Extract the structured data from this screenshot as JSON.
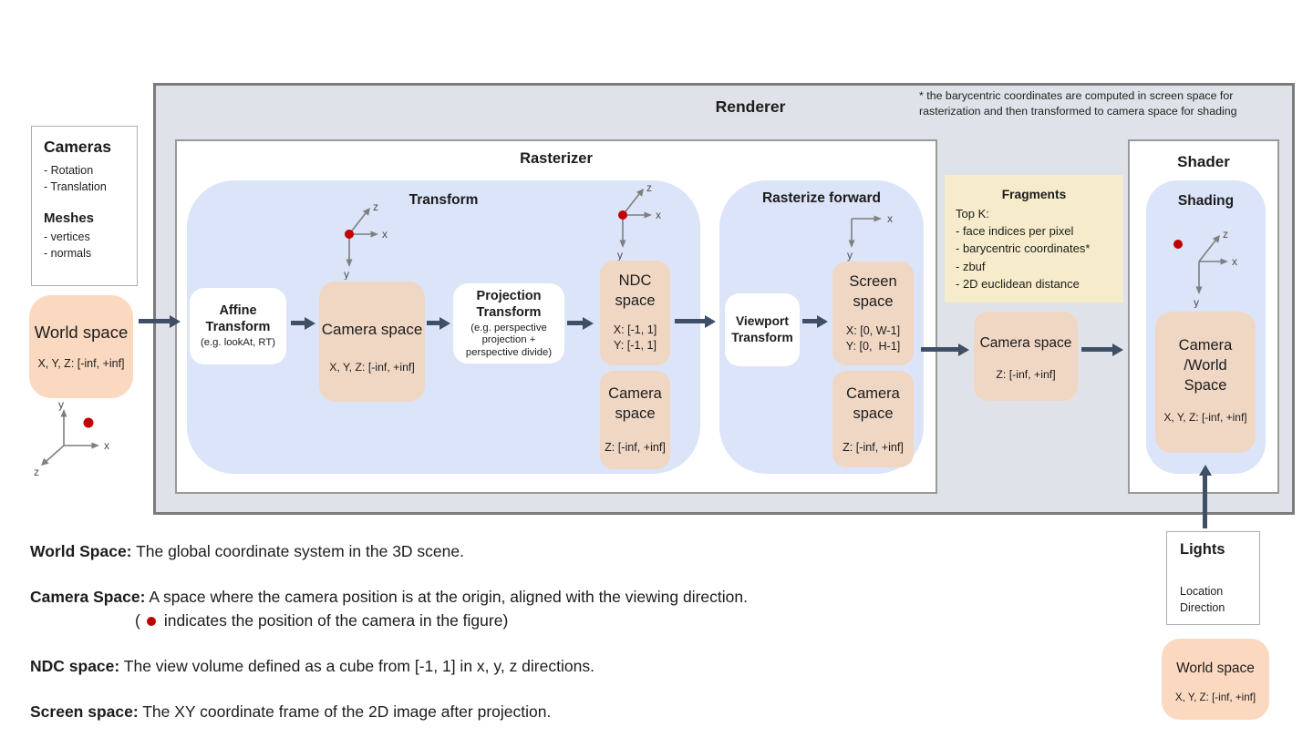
{
  "axes": {
    "x": "x",
    "y": "y",
    "z": "z"
  },
  "colors": {
    "arrow": "#3f4f66",
    "camera_dot": "#c00000",
    "blue_panel": "#dbe4f8",
    "space_box": "#f0d7c4",
    "peach_box": "#fbd9c1",
    "fragments_bg": "#f6eccb",
    "renderer_bg": "#dfe2e8"
  },
  "cameras_panel": {
    "title": "Cameras",
    "items": [
      "- Rotation",
      "- Translation"
    ],
    "subtitle": "Meshes",
    "subitems": [
      "- vertices",
      "- normals"
    ]
  },
  "world_space_left": {
    "label": "World space",
    "range": "X, Y, Z: [-inf, +inf]"
  },
  "renderer": {
    "title": "Renderer",
    "note_line1": "* the barycentric coordinates are computed in screen space for",
    "note_line2": "rasterization and then transformed to camera space for shading"
  },
  "rasterizer": {
    "title": "Rasterizer"
  },
  "transform_group": {
    "title": "Transform",
    "affine": {
      "title_line1": "Affine",
      "title_line2": "Transform",
      "subtitle": "(e.g. lookAt, RT)"
    },
    "camera_space": {
      "label": "Camera space",
      "range": "X, Y, Z: [-inf, +inf]"
    },
    "projection": {
      "title_line1": "Projection",
      "title_line2": "Transform",
      "sub_line1": "(e.g. perspective",
      "sub_line2": "projection +",
      "sub_line3": "perspective divide)"
    },
    "ndc": {
      "label_line1": "NDC",
      "label_line2": "space",
      "range_x": "X: [-1, 1]",
      "range_y": "Y: [-1, 1]"
    },
    "camera_space_z": {
      "label_line1": "Camera",
      "label_line2": "space",
      "range": "Z: [-inf, +inf]"
    }
  },
  "rasterize_forward": {
    "title": "Rasterize forward",
    "viewport": {
      "title_line1": "Viewport",
      "title_line2": "Transform"
    },
    "screen": {
      "label_line1": "Screen",
      "label_line2": "space",
      "range_x": "X: [0, W-1]",
      "range_y": "Y: [0,  H-1]"
    },
    "camera_space_z": {
      "label_line1": "Camera",
      "label_line2": "space",
      "range": "Z: [-inf, +inf]"
    }
  },
  "fragments": {
    "title": "Fragments",
    "lines": [
      "Top K:",
      "- face indices per pixel",
      "- barycentric coordinates*",
      "- zbuf",
      "- 2D euclidean distance"
    ]
  },
  "camera_space_mid": {
    "label": "Camera space",
    "range": "Z: [-inf, +inf]"
  },
  "shader": {
    "title": "Shader",
    "shading_title": "Shading",
    "space": {
      "label_line1": "Camera",
      "label_line2": "/World",
      "label_line3": "Space",
      "range": "X, Y, Z: [-inf, +inf]"
    }
  },
  "lights": {
    "title": "Lights",
    "items": [
      "Location",
      "Direction"
    ]
  },
  "world_space_bottom": {
    "label": "World space",
    "range": "X, Y, Z: [-inf, +inf]"
  },
  "definitions": {
    "world": {
      "term": "World Space:",
      "text": "The global coordinate system in the 3D scene."
    },
    "camera": {
      "term": "Camera Space:",
      "text": "A space where the camera position is at the origin, aligned with the viewing direction."
    },
    "camera_note_open": "(",
    "camera_note_rest": "indicates the position of the camera in the figure)",
    "ndc": {
      "term": "NDC space:",
      "text": "The view volume defined as a cube from [-1, 1] in x, y, z directions."
    },
    "screen": {
      "term": "Screen space:",
      "text": "The XY coordinate frame of the 2D image after projection."
    }
  }
}
